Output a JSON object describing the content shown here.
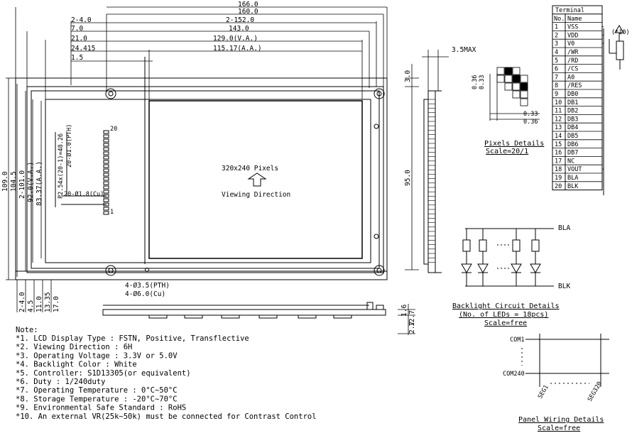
{
  "dimensions": {
    "top": [
      "166.0",
      "160.0",
      "2-152.0",
      "143.0",
      "129.0(V.A.)",
      "115.17(A.A.)"
    ],
    "top_left": [
      "2-4.0",
      "7.0",
      "21.0",
      "24.415",
      "1.5"
    ],
    "left_vertical": [
      "109.0",
      "104.5",
      "2-101.0",
      "92.0(V.A.)",
      "83.37(A.A.)"
    ],
    "bottom_left": [
      "2-4.0",
      "4.5",
      "11.0",
      "13.35",
      "17.0"
    ],
    "right": [
      "3.0",
      "95.0"
    ],
    "side_top": "3.5MAX",
    "side_bottom": [
      "1.6",
      "2.7",
      "12.7"
    ],
    "holes": [
      "4-Ø3.5(PTH)",
      "4-Ø6.0(Cu)"
    ],
    "connector": [
      "P2.54x(20-1)=48.26",
      "20-Ø1.0(PTH)",
      "20-Ø1.8(Cu)",
      "20",
      "1"
    ],
    "center_pixels": "320x240 Pixels",
    "center_direction": "Viewing Direction"
  },
  "pixel_details": {
    "dims_vertical": [
      "0.36",
      "0.33"
    ],
    "dims_horizontal": [
      "0.33",
      "0.36"
    ],
    "title": "Pixels Details",
    "scale": "Scale=20/1"
  },
  "terminal": {
    "title": "Terminal",
    "header": [
      "No.",
      "Name"
    ],
    "rows": [
      [
        "1",
        "VSS"
      ],
      [
        "2",
        "VDD"
      ],
      [
        "3",
        "V0"
      ],
      [
        "4",
        "/WR"
      ],
      [
        "5",
        "/RD"
      ],
      [
        "6",
        "/CS"
      ],
      [
        "7",
        "A0"
      ],
      [
        "8",
        "/RES"
      ],
      [
        "9",
        "DB0"
      ],
      [
        "10",
        "DB1"
      ],
      [
        "11",
        "DB2"
      ],
      [
        "12",
        "DB3"
      ],
      [
        "13",
        "DB4"
      ],
      [
        "14",
        "DB5"
      ],
      [
        "15",
        "DB6"
      ],
      [
        "16",
        "DB7"
      ],
      [
        "17",
        "NC"
      ],
      [
        "18",
        "VOUT"
      ],
      [
        "19",
        "BLA"
      ],
      [
        "20",
        "BLK"
      ]
    ],
    "note_marker": "(*10)"
  },
  "backlight": {
    "bla": "BLA",
    "blk": "BLK",
    "title": "Backlight Circuit Details",
    "subtitle": "(No. of LEDs = 18pcs)",
    "scale": "Scale=free"
  },
  "panel_wiring": {
    "com1": "COM1",
    "com240": "COM240",
    "seg1": "SEG1",
    "seg320": "SEG320",
    "title": "Panel Wiring Details",
    "scale": "Scale=free"
  },
  "notes": {
    "heading": "Note:",
    "items": [
      "*1. LCD Display Type : FSTN, Positive, Transflective",
      "*2. Viewing Direction : 6H",
      "*3. Operating Voltage : 3.3V or 5.0V",
      "*4. Backlight Color : White",
      "*5. Controller: S1D13305(or equivalent)",
      "*6. Duty : 1/240duty",
      "*7. Operating Temperature : 0°C~50°C",
      "*8. Storage Temperature : -20°C~70°C",
      "*9. Environmental Safe Standard : RoHS",
      "*10. An external VR(25k~50k) must be connected for Contrast Control"
    ]
  }
}
